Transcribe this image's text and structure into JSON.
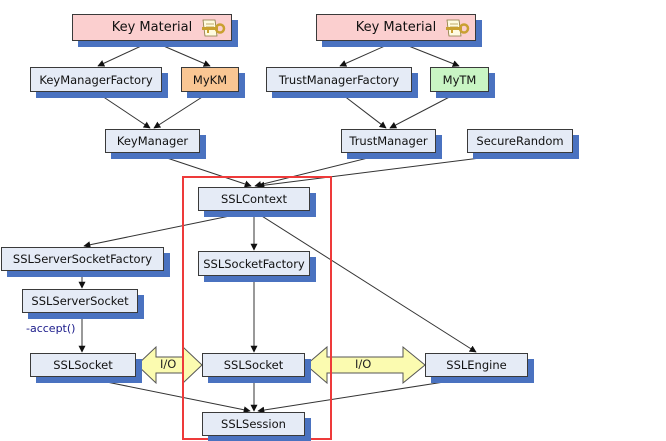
{
  "diagram": {
    "nodes": {
      "key_material_left": "Key Material",
      "key_material_right": "Key Material",
      "key_manager_factory": "KeyManagerFactory",
      "my_km": "MyKM",
      "trust_manager_factory": "TrustManagerFactory",
      "my_tm": "MyTM",
      "key_manager": "KeyManager",
      "trust_manager": "TrustManager",
      "secure_random": "SecureRandom",
      "ssl_context": "SSLContext",
      "ssl_server_socket_factory": "SSLServerSocketFactory",
      "ssl_socket_factory": "SSLSocketFactory",
      "ssl_server_socket": "SSLServerSocket",
      "ssl_socket_left": "SSLSocket",
      "ssl_socket_center": "SSLSocket",
      "ssl_engine": "SSLEngine",
      "ssl_session": "SSLSession"
    },
    "edge_labels": {
      "accept": "-accept()",
      "io_left": "I/O",
      "io_right": "I/O"
    },
    "colors": {
      "key_material_fill": "#fbcfcf",
      "my_km_fill": "#f9c693",
      "my_tm_fill": "#c9f5c4",
      "node_fill": "#e5ebf6",
      "shadow": "#4a72c0",
      "io_arrow_fill": "#fbfbb0",
      "highlight_border": "#ee3a3a"
    }
  }
}
